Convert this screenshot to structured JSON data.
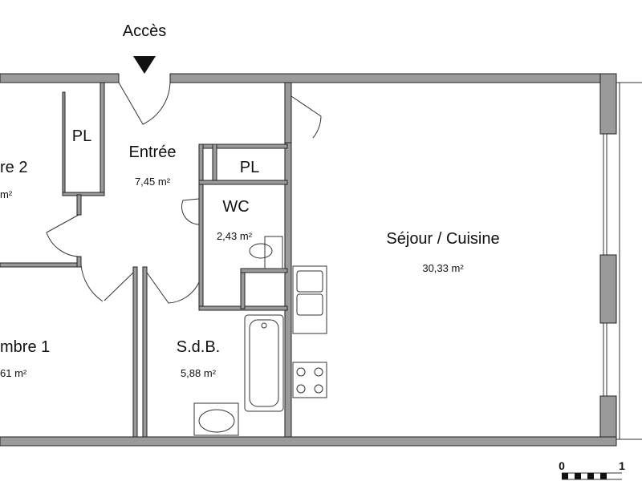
{
  "access": {
    "label": "Accès"
  },
  "rooms": {
    "chambre2": {
      "name": "re 2",
      "area": "m²"
    },
    "entree": {
      "name": "Entrée",
      "area": "7,45 m²"
    },
    "wc": {
      "name": "WC",
      "area": "2,43 m²"
    },
    "sejour": {
      "name": "Séjour / Cuisine",
      "area": "30,33 m²"
    },
    "chambre1": {
      "name": "mbre 1",
      "area": "61 m²"
    },
    "sdb": {
      "name": "S.d.B.",
      "area": "5,88 m²"
    }
  },
  "closets": {
    "pl_left": "PL",
    "pl_right": "PL"
  },
  "scale": {
    "start": "0",
    "end": "1"
  }
}
